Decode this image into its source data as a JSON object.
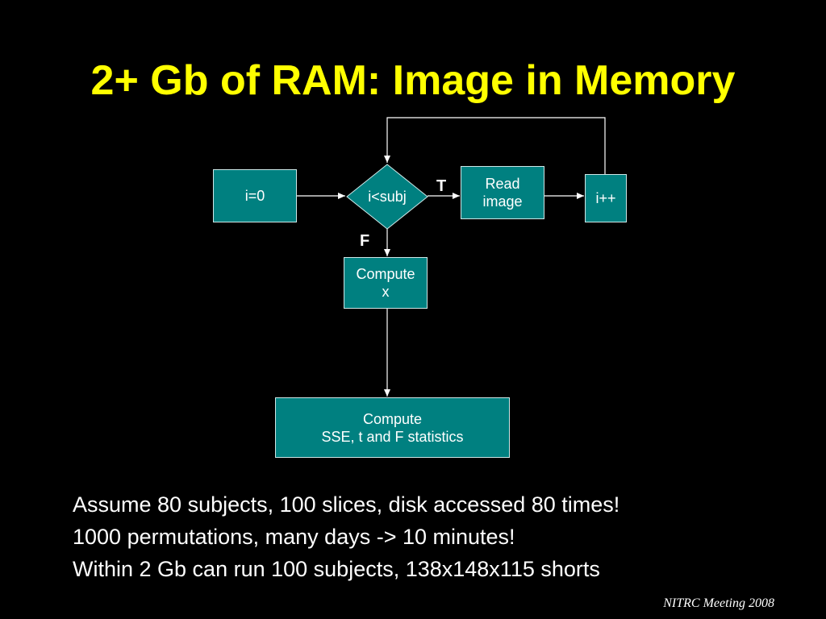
{
  "title": "2+ Gb of RAM: Image in Memory",
  "flowchart": {
    "init": "i=0",
    "condition": "i<subj",
    "read": "Read\nimage",
    "increment": "i++",
    "compute_x": "Compute\nx",
    "compute_stats": "Compute\nSSE, t and F statistics",
    "true_label": "T",
    "false_label": "F"
  },
  "notes": [
    "Assume 80 subjects, 100 slices, disk accessed 80 times!",
    "1000 permutations, many days -> 10 minutes!",
    "Within 2 Gb can run 100 subjects, 138x148x115 shorts"
  ],
  "footer": "NITRC Meeting 2008",
  "colors": {
    "background": "#000000",
    "title": "#ffff00",
    "node_fill": "#008080",
    "text": "#ffffff"
  }
}
